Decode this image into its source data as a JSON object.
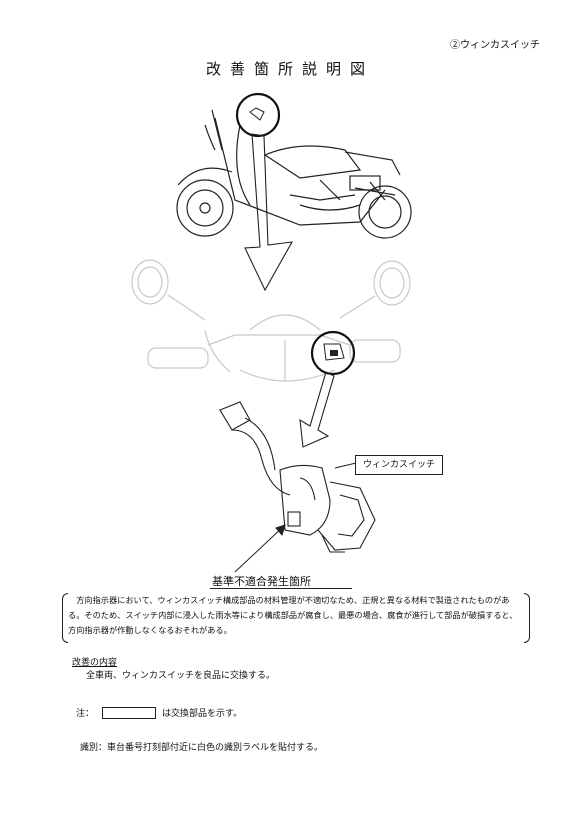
{
  "header": {
    "page_label": "②ウィンカスイッチ",
    "title": "改善箇所説明図"
  },
  "figure": {
    "callout_label": "ウィンカスイッチ",
    "nonconformity_label": "基準不適合発生箇所"
  },
  "description": {
    "text": "方向指示器において、ウィンカスイッチ構成部品の材料管理が不適切なため、正規と異なる材料で製造されたものがある。そのため、スイッチ内部に浸入した雨水等により構成部品が腐食し、最悪の場合、腐食が進行して部品が破損すると、方向指示器が作動しなくなるおそれがある。"
  },
  "remedy": {
    "heading": "改善の内容",
    "text": "全車両、ウィンカスイッチを良品に交換する。"
  },
  "note": {
    "prefix": "注：",
    "suffix": "は交換部品を示す。"
  },
  "identification": {
    "text": "識別：車台番号打刻部付近に白色の識別ラベルを貼付する。"
  },
  "colors": {
    "line": "#222222",
    "faded": "#c8c8c8"
  }
}
